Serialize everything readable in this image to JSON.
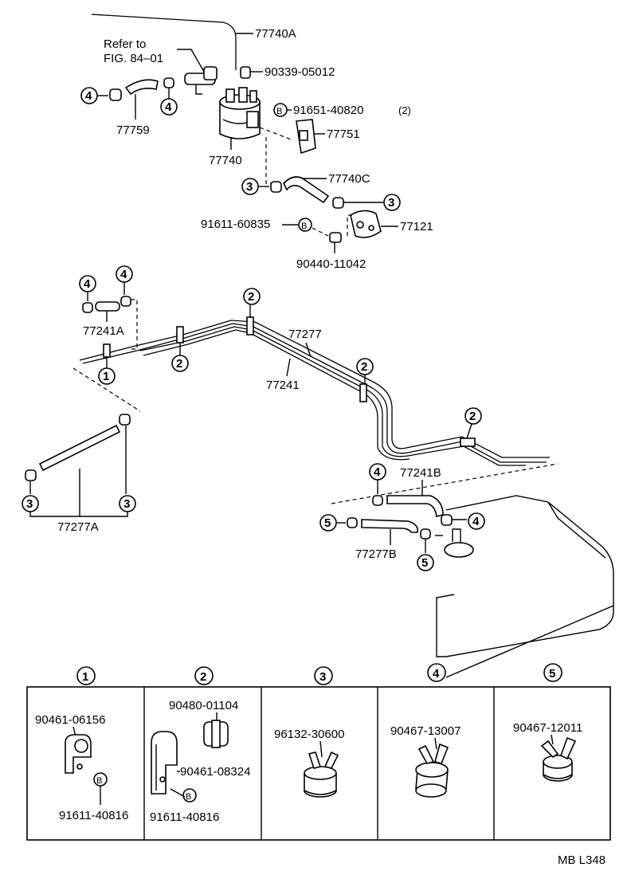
{
  "refer_note": {
    "line1": "Refer to",
    "line2": "FIG. 84–01"
  },
  "part_numbers": {
    "p77740A": "77740A",
    "p90339": "90339-05012",
    "p77759": "77759",
    "p77740": "77740",
    "p91651": "91651-40820",
    "qty2": "(2)",
    "p77751": "77751",
    "p77740C": "77740C",
    "p91611_60835": "91611-60835",
    "p77121": "77121",
    "p90440": "90440-11042",
    "p77241A": "77241A",
    "p77277": "77277",
    "p77241": "77241",
    "p77241B": "77241B",
    "p77277A": "77277A",
    "p77277B": "77277B"
  },
  "callouts": {
    "c1": "1",
    "c2": "2",
    "c3": "3",
    "c4": "4",
    "c5": "5",
    "cB": "B"
  },
  "legend": {
    "col1": {
      "a": "90461-06156",
      "b": "91611-40816"
    },
    "col2": {
      "a": "90480-01104",
      "b": "90461-08324",
      "c": "91611-40816"
    },
    "col3": {
      "a": "96132-30600"
    },
    "col4": {
      "a": "90467-13007"
    },
    "col5": {
      "a": "90467-12011"
    }
  },
  "figure_code": "MB L348"
}
